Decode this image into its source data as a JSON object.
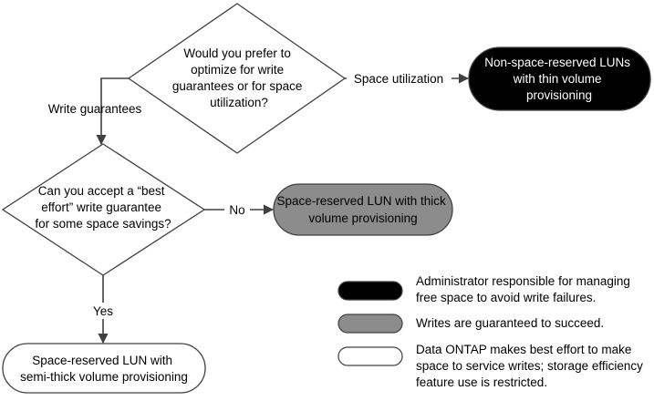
{
  "decisions": [
    {
      "lines": [
        "Would you prefer to",
        "optimize for write",
        "guarantees or for space",
        "utilization?"
      ]
    },
    {
      "lines": [
        "Can you accept a “best",
        "effort” write guarantee",
        "for some space savings?"
      ]
    }
  ],
  "outcomes": [
    {
      "lines": [
        "Non-space-reserved LUNs",
        "with thin volume",
        "provisioning"
      ],
      "fill": "#000000",
      "text_color": "#ffffff"
    },
    {
      "lines": [
        "Space-reserved LUN with thick",
        "volume provisioning"
      ],
      "fill": "#8c8c8c",
      "text_color": "#000000"
    },
    {
      "lines": [
        "Space-reserved LUN with",
        "semi-thick volume provisioning"
      ],
      "fill": "#ffffff",
      "text_color": "#000000"
    }
  ],
  "edge_labels": {
    "space_utilization": "Space utilization",
    "write_guarantees": "Write guarantees",
    "no": "No",
    "yes": "Yes"
  },
  "legend": [
    {
      "lines": [
        "Administrator responsible for managing",
        "free space to avoid write failures."
      ],
      "fill": "#000000"
    },
    {
      "lines": [
        "Writes are guaranteed to succeed."
      ],
      "fill": "#8c8c8c"
    },
    {
      "lines": [
        "Data ONTAP makes best effort to make",
        "space to service writes; storage efficiency",
        "feature use is restricted."
      ],
      "fill": "#ffffff"
    }
  ],
  "colors": {
    "stroke": "#404040",
    "diamond_fill": "#ffffff"
  }
}
